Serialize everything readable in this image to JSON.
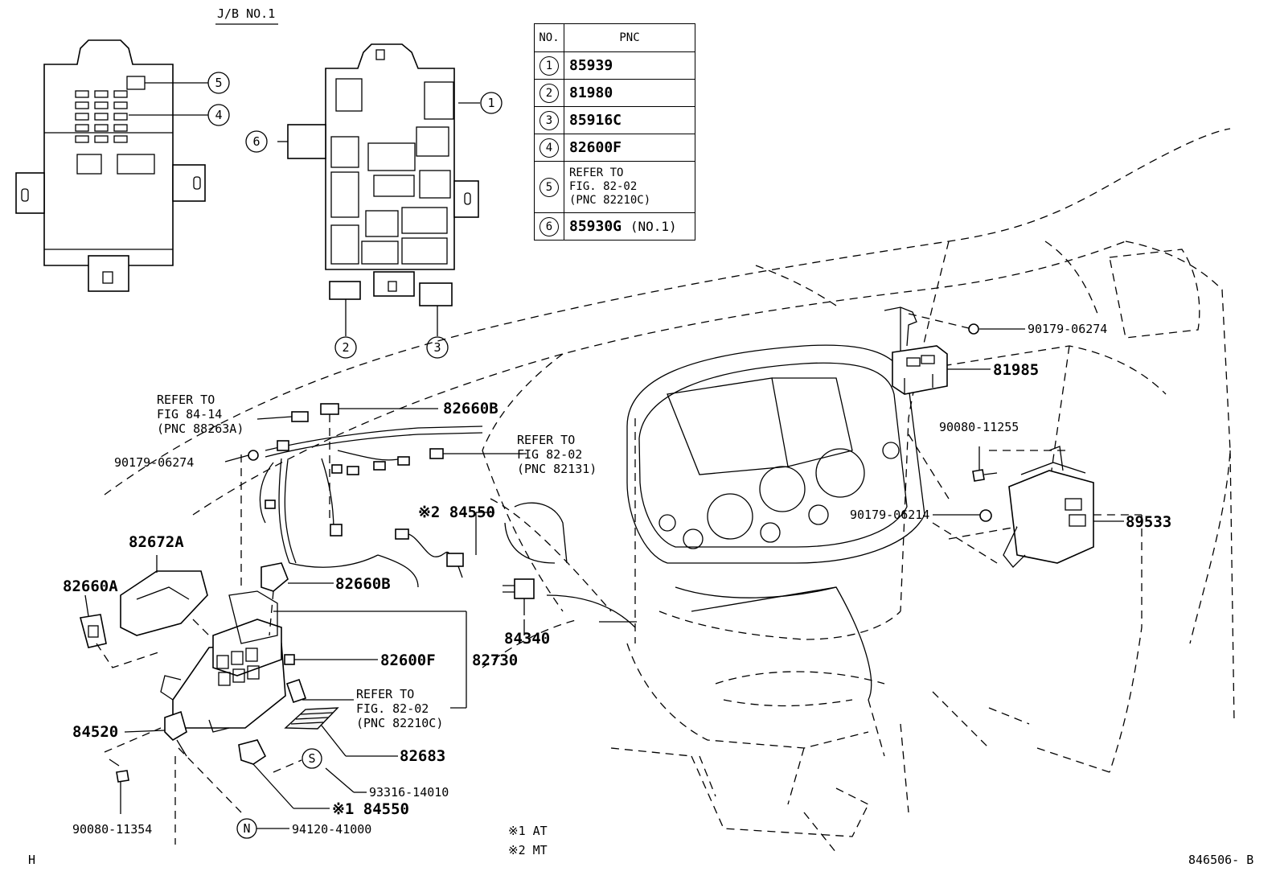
{
  "jb_title": "J/B NO.1",
  "table": {
    "header_no": "NO.",
    "header_pnc": "PNC",
    "rows": [
      {
        "no": "1",
        "pnc": "85939"
      },
      {
        "no": "2",
        "pnc": "81980"
      },
      {
        "no": "3",
        "pnc": "85916C"
      },
      {
        "no": "4",
        "pnc": "82600F"
      },
      {
        "no": "5",
        "pnc_lines": [
          "REFER TO",
          "FIG. 82-02",
          "(PNC 82210C)"
        ]
      },
      {
        "no": "6",
        "pnc": "85930G",
        "note": "(NO.1)"
      }
    ]
  },
  "callouts": {
    "c1": "1",
    "c2": "2",
    "c3": "3",
    "c4": "4",
    "c5": "5",
    "c6": "6",
    "s": "S",
    "n": "N"
  },
  "labels": {
    "refer_84_14": [
      "REFER TO",
      "FIG  84-14",
      "(PNC 88263A)"
    ],
    "p82660B_top": "82660B",
    "refer_82_02_a": [
      "REFER TO",
      "FIG  82-02",
      "(PNC 82131)"
    ],
    "p90179_06274_left": "90179-06274",
    "p84550_mt": "※2 84550",
    "p82672A": "82672A",
    "p82660A": "82660A",
    "p82660B_mid": "82660B",
    "p84340": "84340",
    "p82600F": "82600F",
    "p82730": "82730",
    "refer_82_02_b": [
      "REFER TO",
      "FIG. 82-02",
      "(PNC 82210C)"
    ],
    "p84520": "84520",
    "p82683": "82683",
    "p93316": "93316-14010",
    "p84550_at": "※1 84550",
    "p90080_11354": "90080-11354",
    "p94120": "94120-41000",
    "p90179_06274_right": "90179-06274",
    "p81985": "81985",
    "p90080_11255": "90080-11255",
    "p90179_06214": "90179-06214",
    "p89533": "89533",
    "note_at": "※1 AT",
    "note_mt": "※2 MT",
    "corner_left": "H",
    "corner_right": "846506- B"
  }
}
